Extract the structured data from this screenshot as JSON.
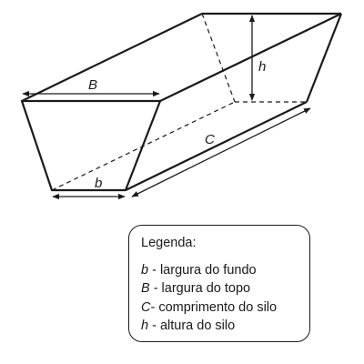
{
  "diagram": {
    "labels": {
      "top_width": "B",
      "bottom_width": "b",
      "height": "h",
      "length": "C"
    }
  },
  "legend": {
    "title": "Legenda:",
    "items": [
      {
        "symbol": "b",
        "text": " - largura do fundo"
      },
      {
        "symbol": "B",
        "text": " - largura do topo"
      },
      {
        "symbol": "C",
        "text": "- comprimento do silo"
      },
      {
        "symbol": "h",
        "text": " - altura do silo"
      }
    ]
  },
  "colors": {
    "line": "#1a1a1a",
    "background": "#ffffff"
  }
}
